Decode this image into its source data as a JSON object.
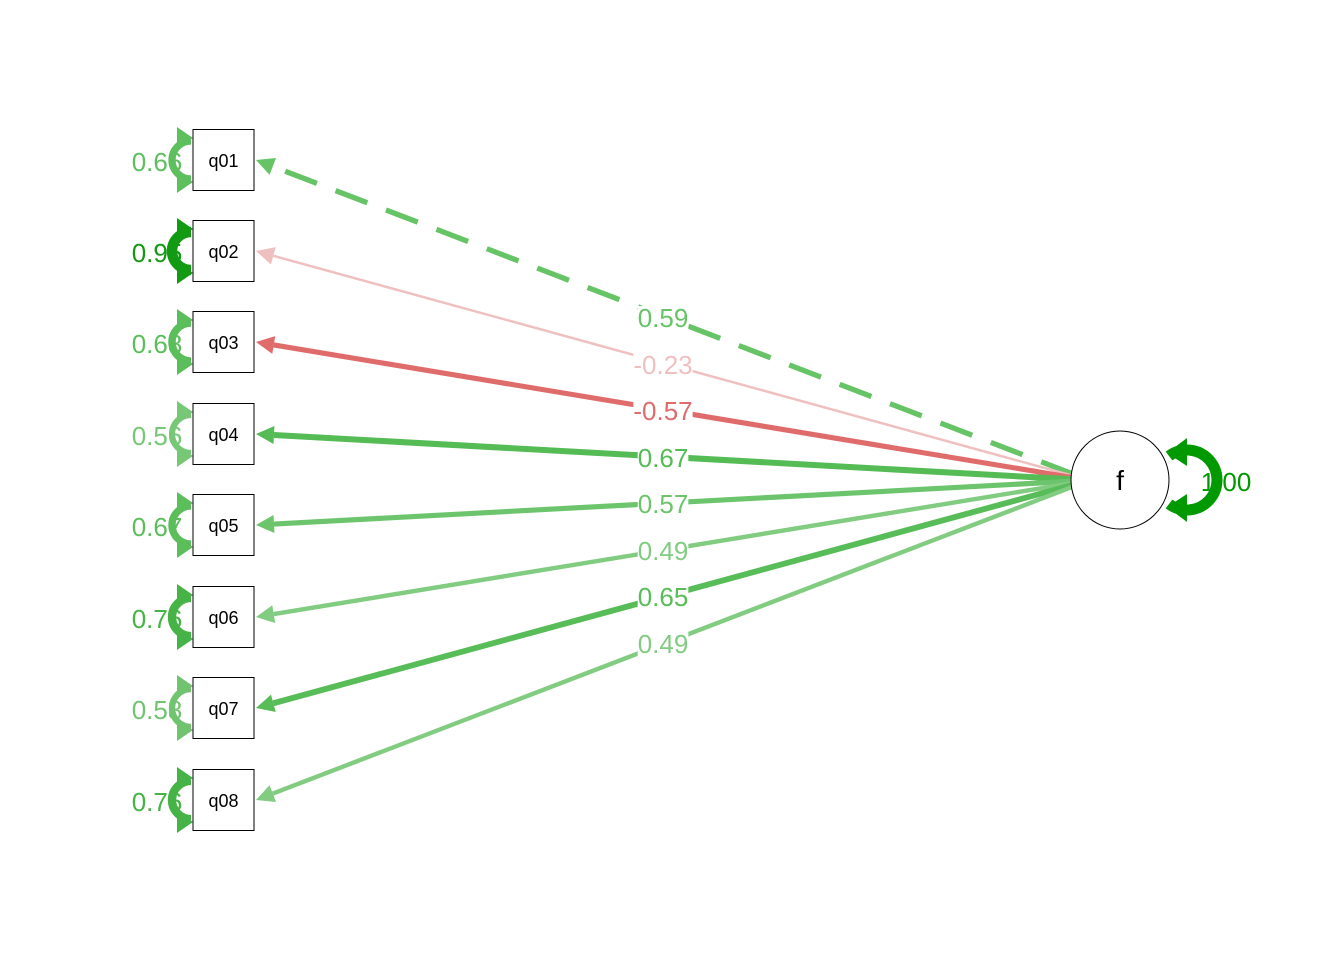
{
  "diagram": {
    "type": "path-diagram",
    "latent": {
      "label": "f",
      "variance": "1.00",
      "variance_color": "#009900"
    },
    "indicators": [
      {
        "label": "q01",
        "loading": "0.59",
        "residual": "0.66",
        "edge_color": "#66c466",
        "res_color": "#5dbf5d",
        "dashed": true
      },
      {
        "label": "q02",
        "loading": "-0.23",
        "residual": "0.95",
        "edge_color": "#efc0c0",
        "res_color": "#129a12",
        "dashed": false
      },
      {
        "label": "q03",
        "loading": "-0.57",
        "residual": "0.68",
        "edge_color": "#e06b6b",
        "res_color": "#5abe5a",
        "dashed": false
      },
      {
        "label": "q04",
        "loading": "0.67",
        "residual": "0.56",
        "edge_color": "#55bb55",
        "res_color": "#76c776",
        "dashed": false
      },
      {
        "label": "q05",
        "loading": "0.57",
        "residual": "0.67",
        "edge_color": "#6cc46c",
        "res_color": "#5bbe5b",
        "dashed": false
      },
      {
        "label": "q06",
        "loading": "0.49",
        "residual": "0.76",
        "edge_color": "#82cc82",
        "res_color": "#45b345",
        "dashed": false
      },
      {
        "label": "q07",
        "loading": "0.65",
        "residual": "0.58",
        "edge_color": "#58bc58",
        "res_color": "#70c470",
        "dashed": false
      },
      {
        "label": "q08",
        "loading": "0.49",
        "residual": "0.76",
        "edge_color": "#82cc82",
        "res_color": "#45b345",
        "dashed": false
      }
    ]
  }
}
